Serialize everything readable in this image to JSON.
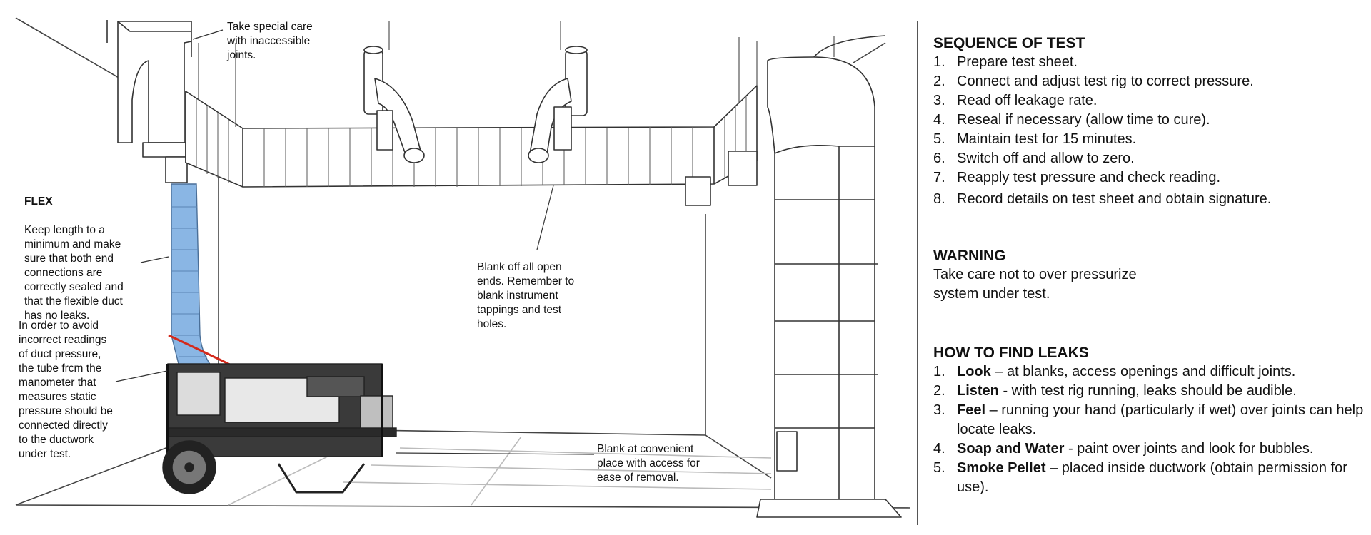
{
  "annotations": {
    "special_care": "Take special care\nwith inaccessible\njoints.",
    "flex": {
      "title": "FLEX",
      "body": "Keep length to a\nminimum and make\nsure that both end\nconnections are\ncorrectly sealed and\nthat the flexible duct\nhas no leaks."
    },
    "pressure_tube": "In order to avoid\nincorrect readings\nof duct pressure,\nthe tube frcm the\nmanometer that\nmeasures static\npressure should be\nconnected directly\nto the ductwork\nunder test.",
    "blank_off": "Blank off all open\nends. Remember to\nblank instrument\ntappings and test\nholes.",
    "blank_convenient": "Blank at convenient\nplace with access for\nease of removal."
  },
  "sequence": {
    "title": "SEQUENCE OF TEST",
    "items": [
      {
        "num": "1.",
        "text": "Prepare test sheet."
      },
      {
        "num": "2.",
        "text": "Connect and adjust test rig to correct pressure."
      },
      {
        "num": "3.",
        "text": "Read off leakage rate."
      },
      {
        "num": "4.",
        "text": "Reseal if necessary (allow time to cure)."
      },
      {
        "num": "5.",
        "text": "Maintain test for 15 minutes."
      },
      {
        "num": "6.",
        "text": "Switch off and allow to zero."
      },
      {
        "num": "7.",
        "text": "Reapply test pressure and check reading."
      },
      {
        "num": "8.",
        "text": "Record details on test sheet and obtain signature."
      }
    ]
  },
  "warning": {
    "title": "WARNING",
    "text": "Take care not to over pressurize\nsystem under test."
  },
  "leaks": {
    "title": "HOW TO FIND LEAKS",
    "items": [
      {
        "num": "1.",
        "keyword": "Look",
        "text": " – at blanks, access openings and difficult joints."
      },
      {
        "num": "2.",
        "keyword": "Listen",
        "text": " -  with test rig running, leaks should be audible."
      },
      {
        "num": "3.",
        "keyword": "Feel",
        "text": " – running your hand (particularly if wet) over joints can help locate leaks."
      },
      {
        "num": "4.",
        "keyword": "Soap and Water",
        "text": " -  paint over joints and look for bubbles."
      },
      {
        "num": "5.",
        "keyword": "Smoke Pellet",
        "text": " – placed inside ductwork (obtain permission for use)."
      }
    ]
  },
  "colors": {
    "flex_duct": "#8ab6e4",
    "pressure_tube": "#d42a1c",
    "outline": "#333333",
    "rig_body": "#3a3a3a"
  }
}
